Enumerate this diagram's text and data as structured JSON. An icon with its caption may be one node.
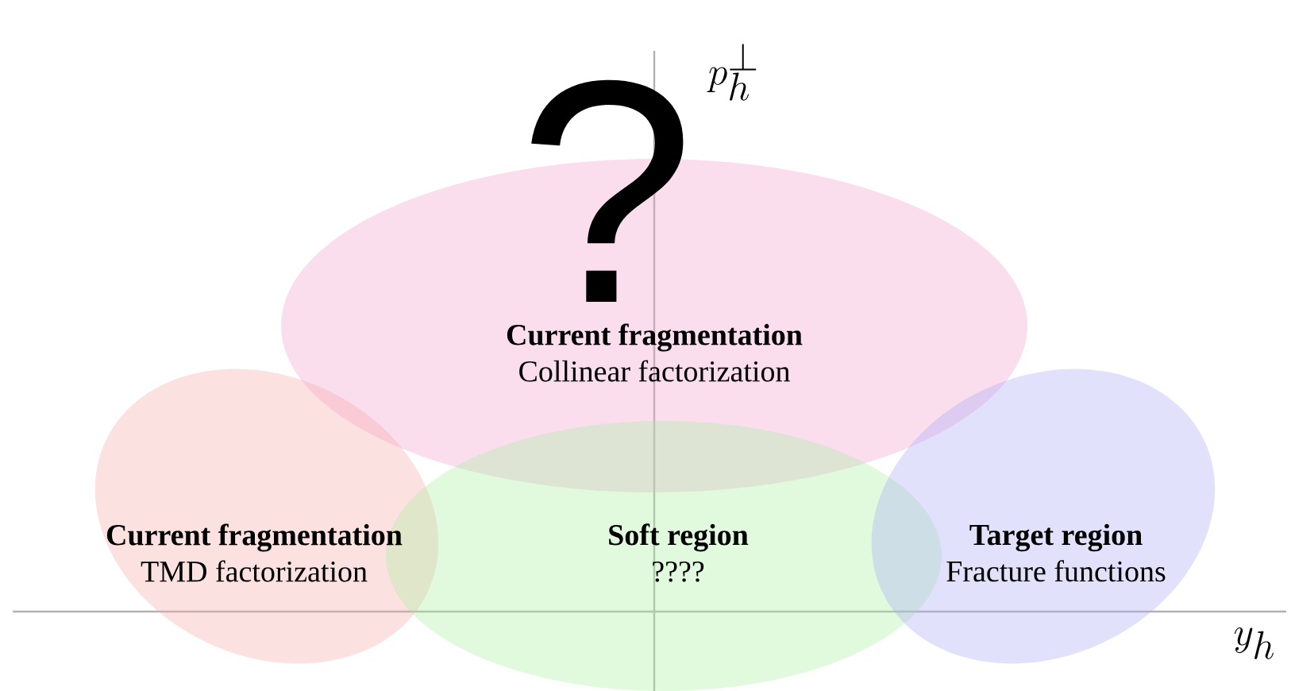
{
  "diagram": {
    "nodes": [
      {
        "text": [
          "Current fragmentation",
          "Collinear factorization"
        ]
      },
      {
        "text": [
          "Current fragmentation",
          "TMD factorization"
        ]
      },
      {
        "text": [
          "Soft region",
          "????"
        ]
      },
      {
        "text": [
          "Target region",
          "Fracture functions"
        ]
      }
    ],
    "labels": [
      "p_h^{\\perp}",
      "?",
      "y_h"
    ]
  }
}
